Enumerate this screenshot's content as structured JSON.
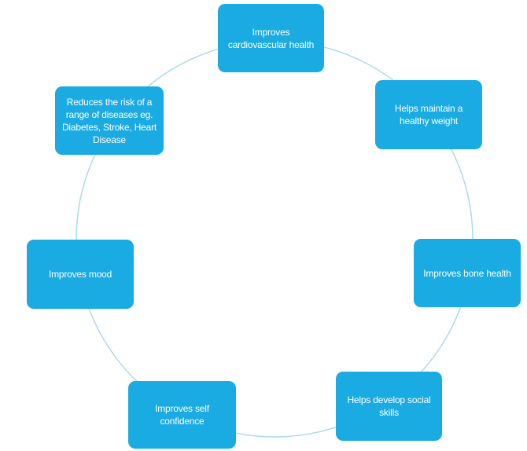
{
  "diagram": {
    "accent_color": "#1aabe3",
    "ring_color": "#a8dcf1",
    "nodes": [
      {
        "label": "Improves cardiovascular health"
      },
      {
        "label": "Helps maintain a healthy weight"
      },
      {
        "label": "Improves bone health"
      },
      {
        "label": "Helps develop social skills"
      },
      {
        "label": "Improves self confidence"
      },
      {
        "label": "Improves mood"
      },
      {
        "label": "Reduces the risk of a range of diseases eg. Diabetes, Stroke, Heart Disease"
      }
    ]
  }
}
